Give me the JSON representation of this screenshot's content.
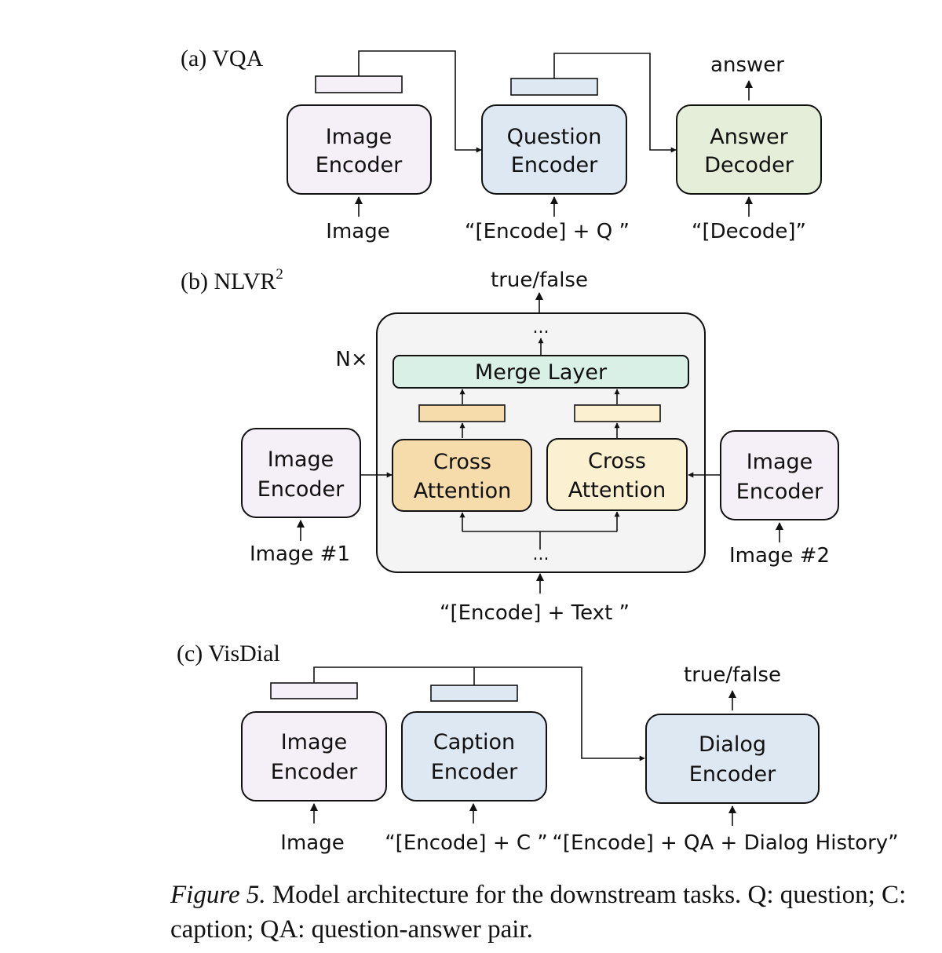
{
  "colors": {
    "image_encoder": "#f5eff8",
    "text_encoder": "#dde8f3",
    "answer_decoder": "#e4eed8",
    "merge_layer": "#d9f0e6",
    "cross_attention_1": "#f6dcaa",
    "cross_attention_2": "#fbf0cf",
    "nlvr_container": "#f4f4f4"
  },
  "vqa": {
    "title": "(a) VQA",
    "image_encoder": {
      "line1": "Image",
      "line2": "Encoder"
    },
    "question_encoder": {
      "line1": "Question",
      "line2": "Encoder"
    },
    "answer_decoder": {
      "line1": "Answer",
      "line2": "Decoder"
    },
    "input_image": "Image",
    "input_question": "“[Encode] + Q ”",
    "input_decode": "“[Decode]”",
    "output": "answer"
  },
  "nlvr": {
    "title_main": "(b) NLVR",
    "title_sup": "2",
    "repeat_label": "N×",
    "output": "true/false",
    "top_dots": "...",
    "bottom_dots": "...",
    "merge_layer": "Merge Layer",
    "cross_attention_1": {
      "line1": "Cross",
      "line2": "Attention"
    },
    "cross_attention_2": {
      "line1": "Cross",
      "line2": "Attention"
    },
    "image_encoder_1": {
      "line1": "Image",
      "line2": "Encoder"
    },
    "image_encoder_2": {
      "line1": "Image",
      "line2": "Encoder"
    },
    "input_image_1": "Image #1",
    "input_image_2": "Image #2",
    "input_text": "“[Encode] + Text ”"
  },
  "visdial": {
    "title": "(c) VisDial",
    "image_encoder": {
      "line1": "Image",
      "line2": "Encoder"
    },
    "caption_encoder": {
      "line1": "Caption",
      "line2": "Encoder"
    },
    "dialog_encoder": {
      "line1": "Dialog",
      "line2": "Encoder"
    },
    "input_image": "Image",
    "input_caption": "“[Encode] + C ”",
    "input_dialog": "“[Encode] + QA + Dialog History”",
    "output": "true/false"
  },
  "caption": {
    "label": "Figure 5.",
    "text": " Model architecture for the downstream tasks. Q: question; C: caption; QA: question-answer pair."
  }
}
